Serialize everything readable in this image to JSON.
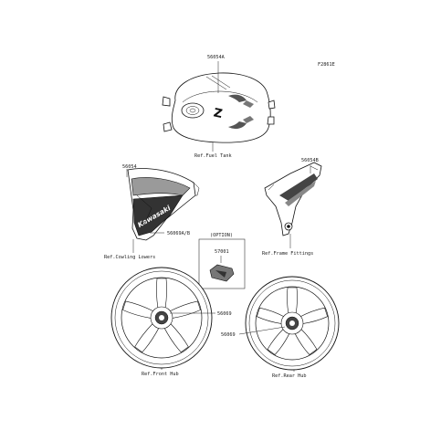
{
  "figure_code": "F2861E",
  "parts": {
    "fuel_tank_decal": "56054A",
    "fuel_tank_ref": "Ref.Fuel Tank",
    "cowling_decal": "56054",
    "cowling_decal_ab": "56069A/B",
    "cowling_ref": "Ref.Cowling Lowers",
    "frame_decal": "56054B",
    "frame_ref": "Ref.Frame Fittings",
    "option_label": "(OPTION)",
    "option_part": "57001",
    "front_hub_decal": "56069",
    "front_hub_ref": "Ref.Front Hub",
    "rear_hub_decal": "56069",
    "rear_hub_ref": "Ref.Rear Hub"
  },
  "brand_text": "Kawasaki",
  "tank_logo": "Z"
}
